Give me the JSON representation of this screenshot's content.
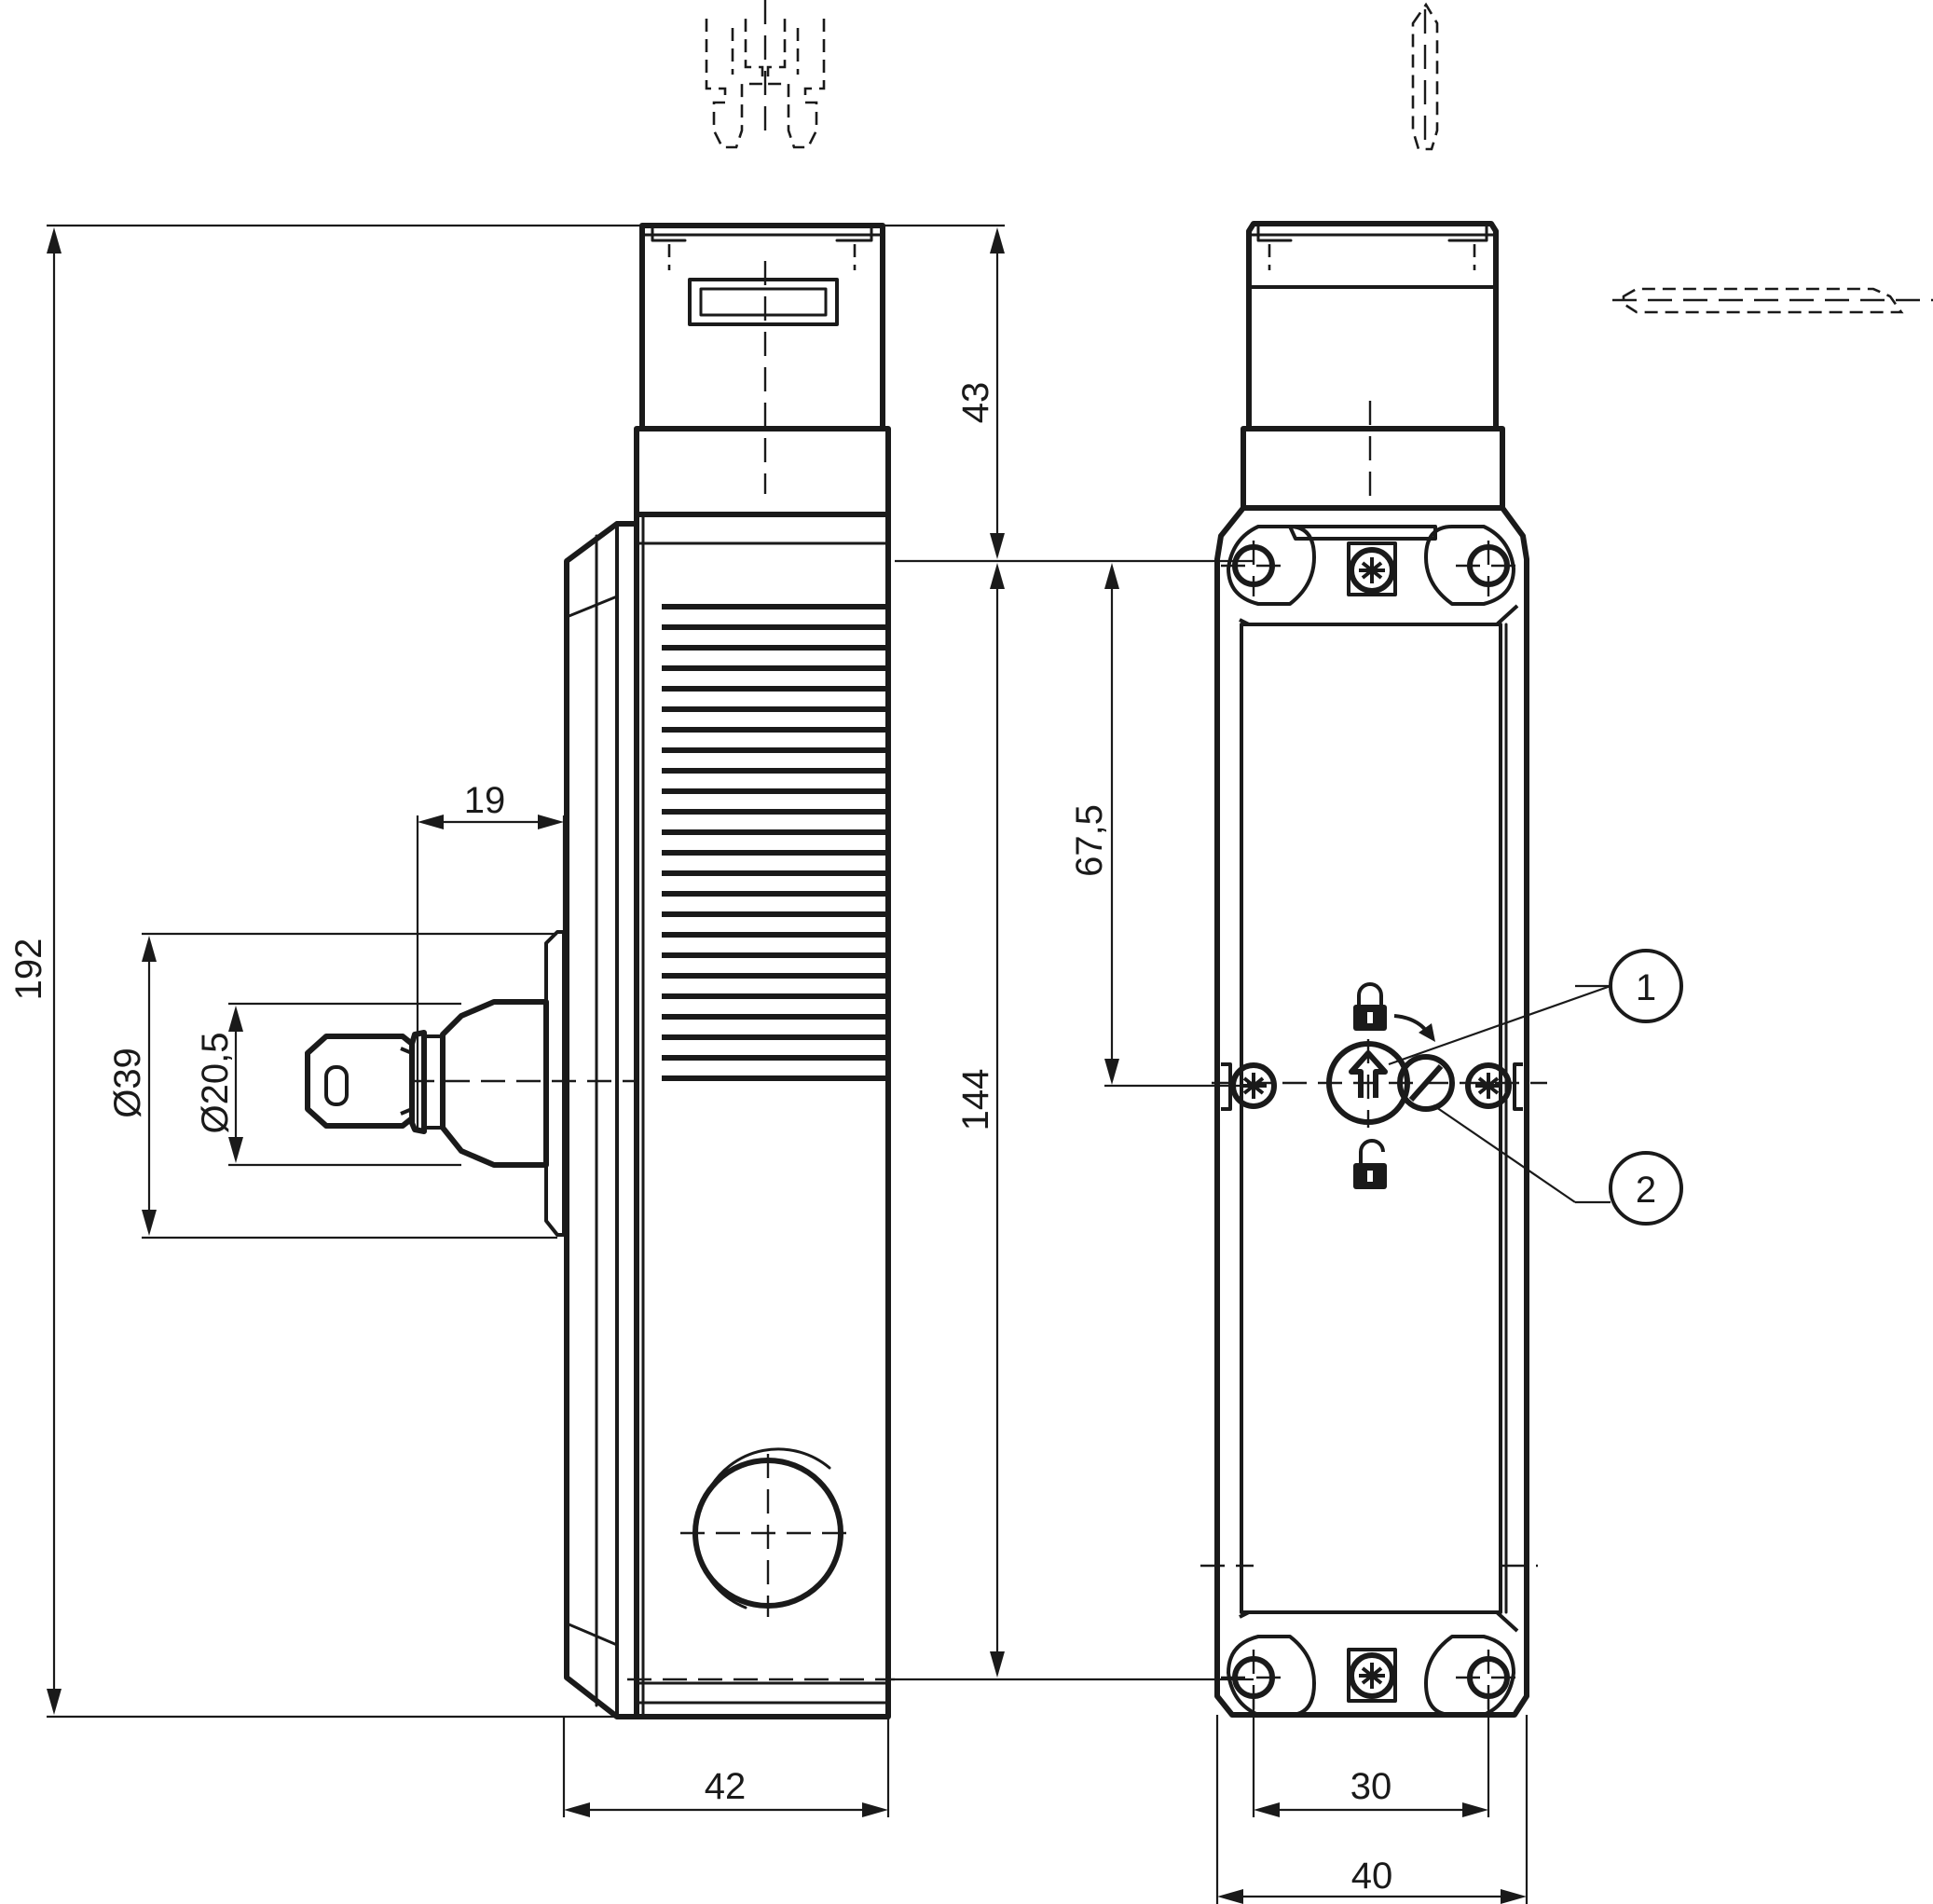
{
  "dimensions": {
    "overall_height": "192",
    "top_height": "43",
    "body_height": "144",
    "lock_offset": "67,5",
    "key_offset": "19",
    "flange_dia": "Ø39",
    "key_collar_dia": "Ø20,5",
    "width_front": "42",
    "hole_spacing": "30",
    "width_side": "40"
  },
  "callouts": [
    {
      "label": "1"
    },
    {
      "label": "2"
    }
  ]
}
